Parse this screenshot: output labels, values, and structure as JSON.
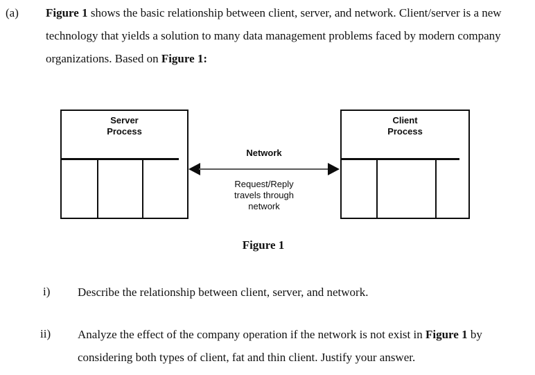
{
  "question": {
    "marker": "(a)",
    "paragraph_lines": [
      "Figure 1 shows the basic relationship between client, server, and network. Client/server",
      "is a new technology that yields a solution to many data management problems faced by",
      "modern company organizations. Based on Figure 1:"
    ],
    "paragraph_segments": [
      {
        "text": "Figure 1",
        "bold": true
      },
      {
        "text": " shows the basic relationship between client, server, and network. Client/server is a new technology that yields a solution to many data management problems faced by modern company organizations. Based on ",
        "bold": false
      },
      {
        "text": "Figure 1:",
        "bold": true
      }
    ]
  },
  "figure": {
    "caption": "Figure 1",
    "server_box": {
      "title": "Server\nProcess"
    },
    "client_box": {
      "title": "Client\nProcess"
    },
    "network": {
      "label": "Network",
      "description": "Request/Reply\ntravels through\nnetwork"
    }
  },
  "sub_items": [
    {
      "marker": "i)",
      "text": "Describe the relationship between client, server, and network.",
      "lines": [
        "Describe the relationship between client, server, and network."
      ]
    },
    {
      "marker": "ii)",
      "text": "Analyze the effect of the company operation if the network is not exist in Figure 1 by considering both types of client, fat and thin client. Justify your answer.",
      "lines": [
        "Analyze the effect of the company operation if the network is not exist in Figure",
        "1 by considering both types of client, fat and thin client. Justify your answer."
      ]
    }
  ],
  "colors": {
    "text": "#111111",
    "diagram_stroke": "#0d0d0d",
    "arrow_line": "#595959",
    "background": "#ffffff"
  }
}
